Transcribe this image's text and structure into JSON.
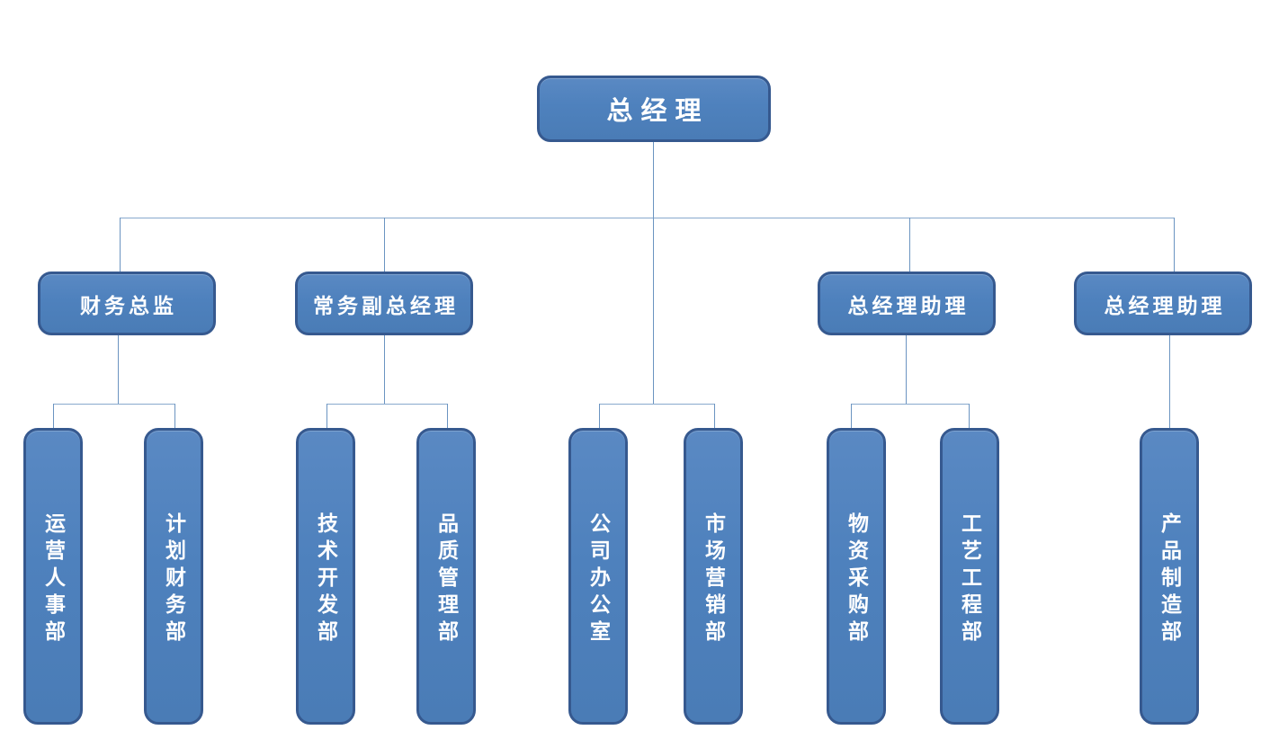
{
  "org_chart": {
    "root": {
      "label": "总经理"
    },
    "managers": [
      {
        "label": "财务总监"
      },
      {
        "label": "常务副总经理"
      },
      {
        "label": "总经理助理"
      },
      {
        "label": "总经理助理"
      }
    ],
    "departments": [
      {
        "label": "运营人事部"
      },
      {
        "label": "计划财务部"
      },
      {
        "label": "技术开发部"
      },
      {
        "label": "品质管理部"
      },
      {
        "label": "公司办公室"
      },
      {
        "label": "市场营销部"
      },
      {
        "label": "物资采购部"
      },
      {
        "label": "工艺工程部"
      },
      {
        "label": "产品制造部"
      }
    ],
    "hierarchy": [
      {
        "parent": "总经理",
        "children": [
          "财务总监",
          "常务副总经理",
          "公司办公室",
          "市场营销部",
          "总经理助理",
          "总经理助理"
        ]
      },
      {
        "parent": "财务总监",
        "children": [
          "运营人事部",
          "计划财务部"
        ]
      },
      {
        "parent": "常务副总经理",
        "children": [
          "技术开发部",
          "品质管理部"
        ]
      },
      {
        "parent": "总经理助理",
        "children": [
          "物资采购部",
          "工艺工程部"
        ]
      },
      {
        "parent": "总经理助理",
        "children": [
          "产品制造部"
        ]
      }
    ],
    "colors": {
      "box_fill": "#4e81bd",
      "box_border": "#36598f",
      "connector": "#6b94c1",
      "text": "#ffffff",
      "background": "#ffffff"
    }
  }
}
